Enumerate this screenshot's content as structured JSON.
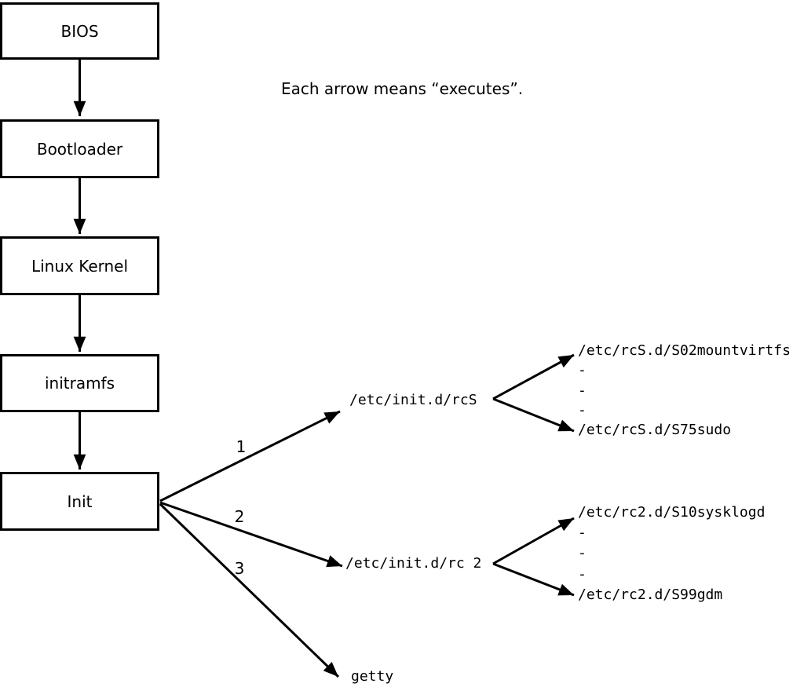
{
  "canvas": {
    "background": "#ffffff",
    "line_color": "#000000",
    "text_color": "#000000"
  },
  "caption": "Each arrow means “executes”.",
  "chain": [
    {
      "label": "BIOS"
    },
    {
      "label": "Bootloader"
    },
    {
      "label": "Linux Kernel"
    },
    {
      "label": "initramfs"
    },
    {
      "label": "Init"
    }
  ],
  "branches": [
    {
      "number": "1",
      "target": "/etc/init.d/rcS",
      "children": [
        "/etc/rcS.d/S02mountvirtfs",
        "-",
        "-",
        "-",
        "/etc/rcS.d/S75sudo"
      ]
    },
    {
      "number": "2",
      "target": "/etc/init.d/rc 2",
      "children": [
        "/etc/rc2.d/S10sysklogd",
        "-",
        "-",
        "-",
        "/etc/rc2.d/S99gdm"
      ]
    },
    {
      "number": "3",
      "target": "getty",
      "children": []
    }
  ]
}
